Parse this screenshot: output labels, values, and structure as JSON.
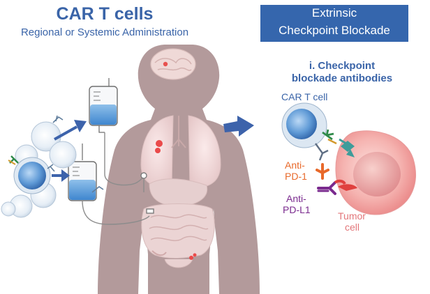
{
  "left_panel": {
    "title": "CAR T cells",
    "subtitle": "Regional or Systemic Administration"
  },
  "right_panel": {
    "header_line1": "Extrinsic",
    "header_line2": "Checkpoint Blockade",
    "subheading_line1": "i. Checkpoint",
    "subheading_line2": "blockade antibodies",
    "car_t_label": "CAR T cell",
    "anti_pd1_line1": "Anti-",
    "anti_pd1_line2": "PD-1",
    "anti_pdl1_line1": "Anti-",
    "anti_pdl1_line2": "PD-L1",
    "tumor_line1": "Tumor",
    "tumor_line2": "cell"
  },
  "colors": {
    "title_blue": "#3a64a8",
    "header_box": "#3566ad",
    "body_silhouette": "#b39a9b",
    "arrow_blue": "#3d63ab",
    "anti_pd1_orange": "#e8692a",
    "anti_pdl1_purple": "#7a2a8e",
    "tumor_pink": "#e3767a"
  }
}
